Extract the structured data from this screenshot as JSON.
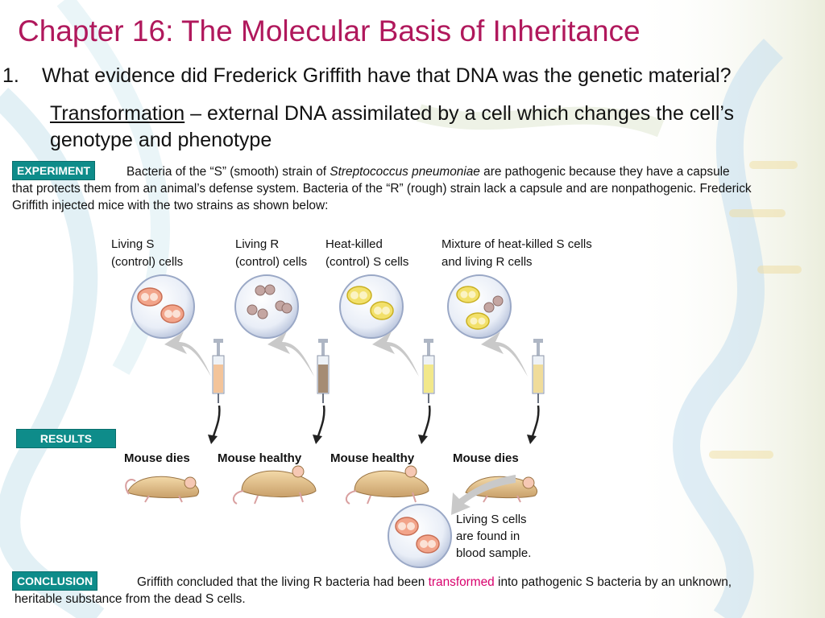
{
  "slide": {
    "title": "Chapter 16:  The Molecular Basis of Inheritance",
    "question_number": "1.",
    "question": "What evidence did Frederick Griffith have that DNA was the genetic material?",
    "definition_term": "Transformation",
    "definition_text": " – external DNA assimilated by a cell which changes the cell’s genotype and phenotype"
  },
  "experiment": {
    "tag": "EXPERIMENT",
    "text_1": "Bacteria of the “S” (smooth) strain of ",
    "species": "Streptococcus pneumoniae",
    "text_2": " are pathogenic because they have a capsule that protects them from an animal’s defense system. Bacteria of the “R” (rough) strain lack a capsule and are nonpathogenic. Frederick Griffith injected mice with the two strains as shown below:"
  },
  "columns": [
    {
      "label_1": "Living S",
      "label_2": "(control) cells",
      "result": "Mouse dies"
    },
    {
      "label_1": "Living R",
      "label_2": "(control) cells",
      "result": "Mouse healthy"
    },
    {
      "label_1": "Heat-killed",
      "label_2": "(control) S cells",
      "result": "Mouse healthy"
    },
    {
      "label_1": "Mixture of heat-killed S cells",
      "label_2": "and living R cells",
      "result": "Mouse dies"
    }
  ],
  "results": {
    "tag": "RESULTS",
    "blood_note_1": "Living S cells",
    "blood_note_2": "are found in",
    "blood_note_3": "blood sample."
  },
  "conclusion": {
    "tag": "CONCLUSION",
    "text_1": "Griffith concluded that the living R bacteria had been ",
    "highlight": "transformed",
    "text_2": " into pathogenic S bacteria by an unknown, heritable substance from the dead S cells."
  },
  "colors": {
    "title": "#b0185c",
    "tag_background": "#0e8c8a",
    "highlight": "#d8006c",
    "capsule": "#f2e06a",
    "s_cell": "#f1a07e",
    "r_cell": "#c4a6a2"
  }
}
